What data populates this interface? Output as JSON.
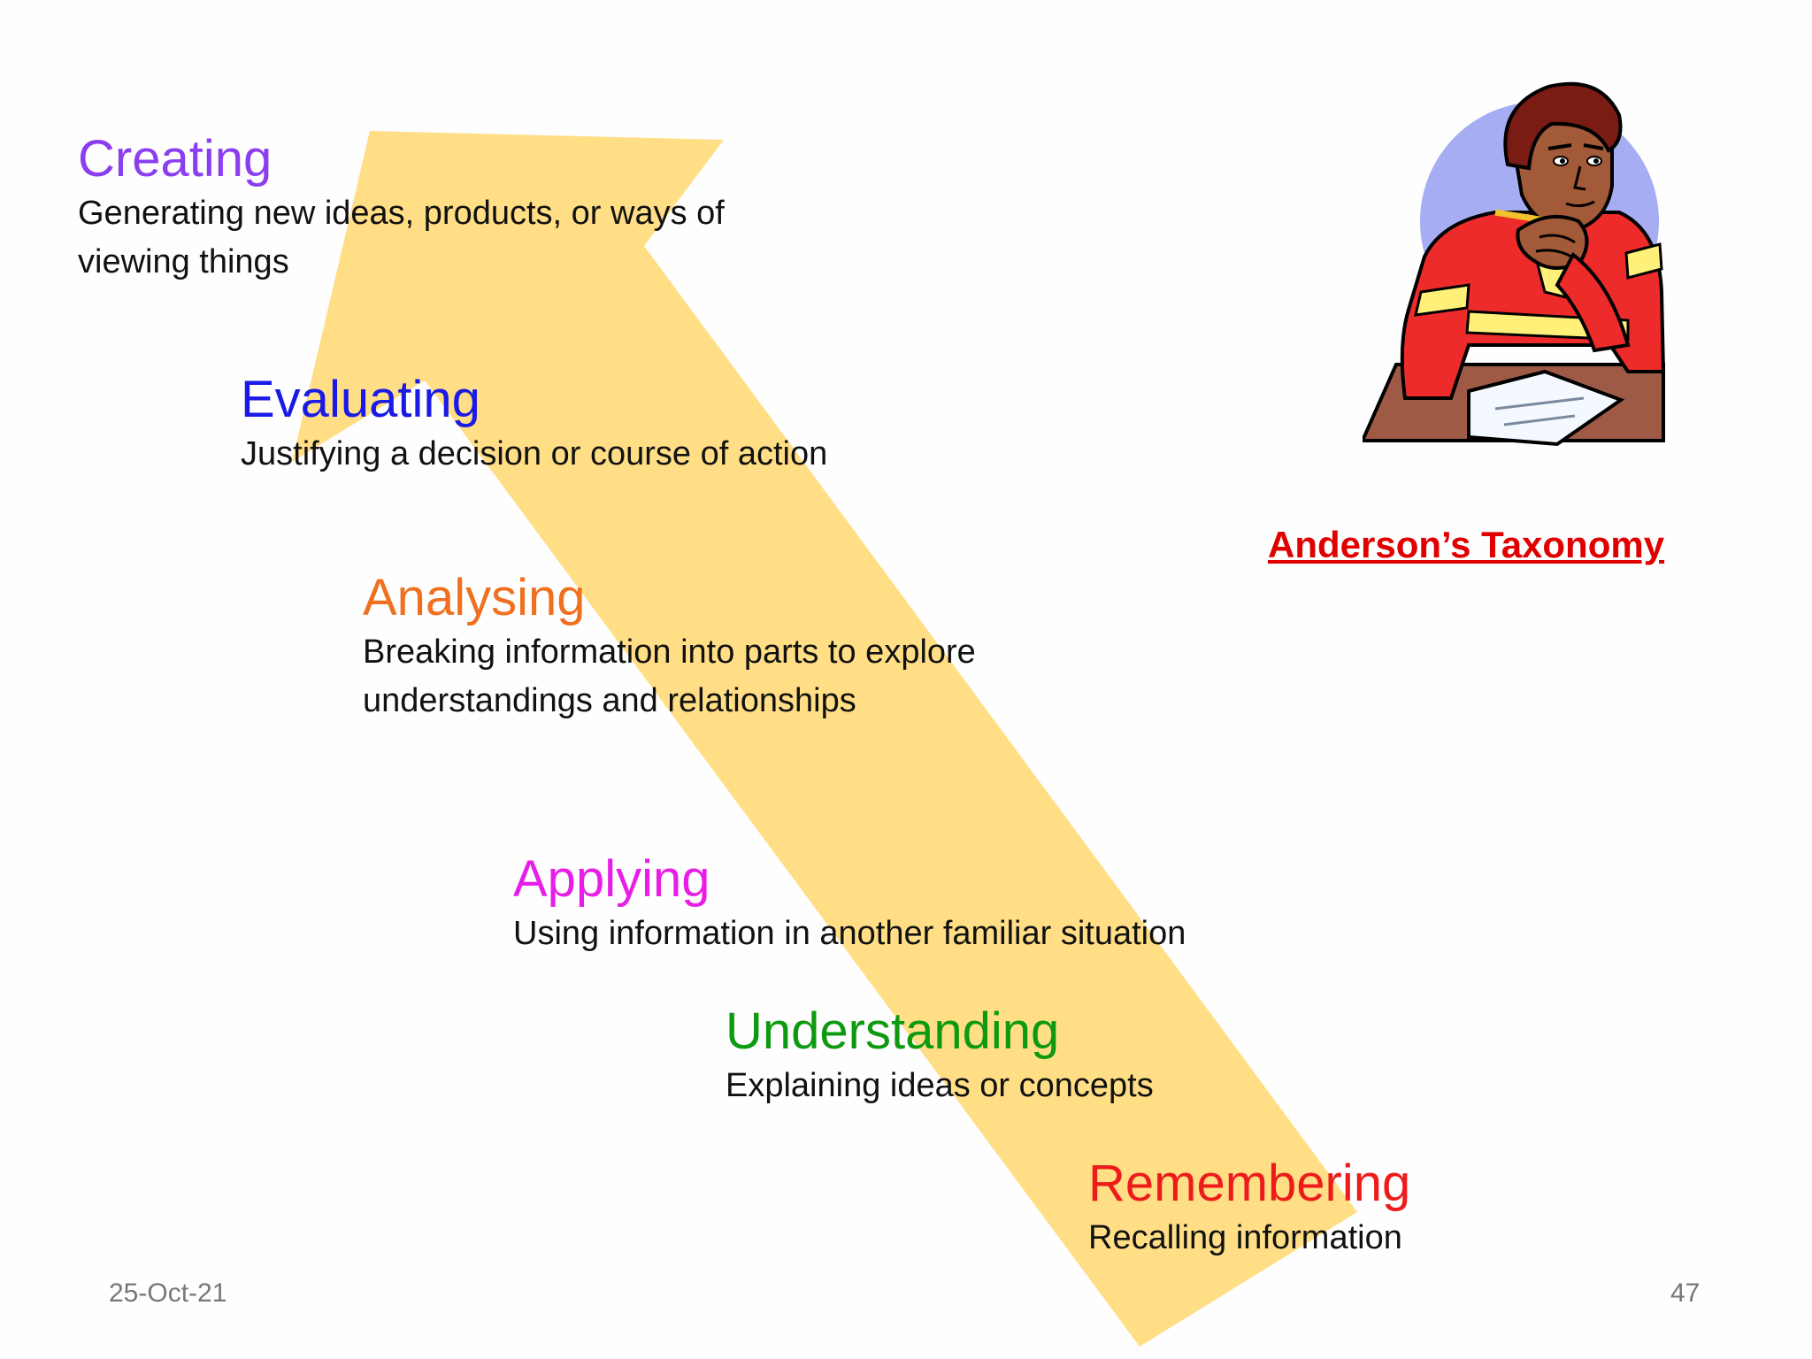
{
  "slide": {
    "levels": [
      {
        "title": "Creating",
        "description": "Generating new ideas, products, or ways of\nviewing things",
        "color": "#8B3EF0"
      },
      {
        "title": "Evaluating",
        "description": "Justifying a decision or course of action",
        "color": "#1A1AE6"
      },
      {
        "title": "Analysing",
        "description": "Breaking information into parts to explore\nunderstandings and relationships",
        "color": "#F07020"
      },
      {
        "title": "Applying",
        "description": "Using information in another familiar situation",
        "color": "#E81EE8"
      },
      {
        "title": "Understanding",
        "description": "Explaining ideas or concepts",
        "color": "#0E9A10"
      },
      {
        "title": "Remembering",
        "description": "Recalling information",
        "color": "#EE1B1B"
      }
    ],
    "taxonomy_title": "Anderson’s Taxonomy",
    "taxonomy_title_color": "#E00000",
    "arrow_color": "#FFDE85",
    "footer": {
      "date": "25-Oct-21",
      "page_number": "47"
    },
    "clipart_icon": "thinking-man-icon"
  }
}
